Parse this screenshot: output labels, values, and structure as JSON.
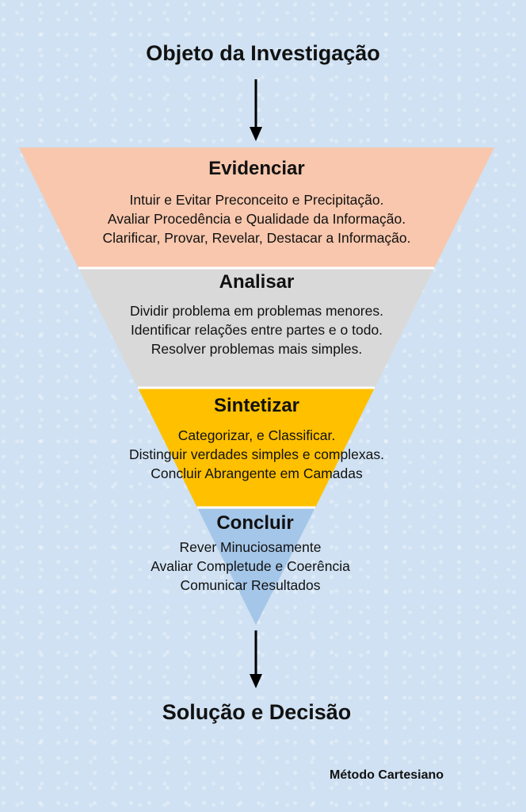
{
  "title_top": "Objeto da Investigação",
  "title_bottom": "Solução e Decisão",
  "footer": "Método Cartesiano",
  "colors": {
    "evidenciar": "#f8c7ad",
    "analisar": "#d9d9d9",
    "sintetizar": "#ffc000",
    "concluir": "#a4c6e8"
  },
  "stages": [
    {
      "name": "Evidenciar",
      "lines": [
        "Intuir e Evitar Preconceito e Precipitação.",
        "Avaliar Procedência e Qualidade da Informação.",
        "Clarificar, Provar, Revelar, Destacar a Informação."
      ]
    },
    {
      "name": "Analisar",
      "lines": [
        "Dividir problema em problemas menores.",
        "Identificar relações entre partes e o todo.",
        "Resolver problemas mais simples."
      ]
    },
    {
      "name": "Sintetizar",
      "lines": [
        "Categorizar, e Classificar.",
        "Distinguir verdades simples e complexas.",
        "Concluir Abrangente em Camadas"
      ]
    },
    {
      "name": "Concluir",
      "lines": [
        "Rever Minuciosamente",
        "Avaliar Completude e Coerência",
        "Comunicar Resultados"
      ]
    }
  ]
}
